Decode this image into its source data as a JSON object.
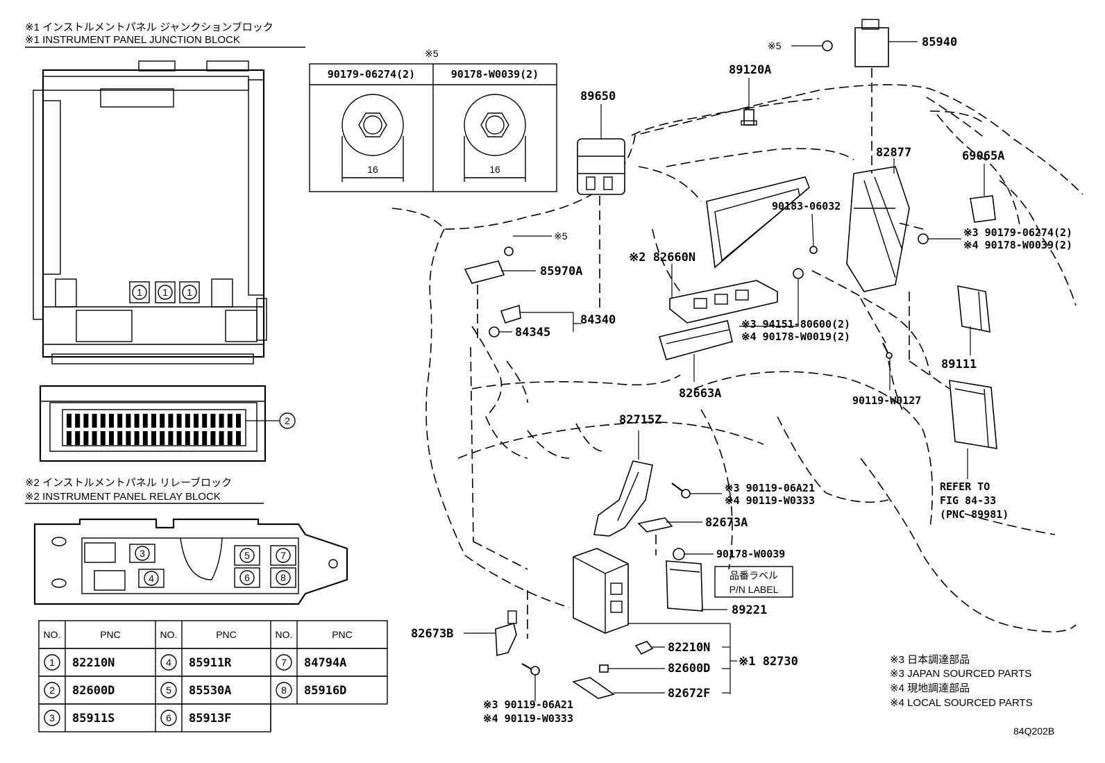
{
  "header": {
    "jb_title_jp": "※1 インストルメントパネル ジャンクションブロック",
    "jb_title_en": "※1 INSTRUMENT PANEL JUNCTION BLOCK",
    "rb_title_jp": "※2 インストルメントパネル リレーブロック",
    "rb_title_en": "※2 INSTRUMENT PANEL RELAY BLOCK"
  },
  "nut_table": {
    "note": "※5",
    "col1_header": "90179-06274(2)",
    "col2_header": "90178-W0039(2)",
    "dim1": "16",
    "dim2": "16"
  },
  "circle_numbers": [
    "1",
    "1",
    "1",
    "2",
    "3",
    "4",
    "5",
    "6",
    "7",
    "8"
  ],
  "pnc_table": {
    "no_label": "NO.",
    "pnc_label": "PNC",
    "rows": [
      {
        "no": "1",
        "pnc": "82210N"
      },
      {
        "no": "2",
        "pnc": "82600D"
      },
      {
        "no": "3",
        "pnc": "85911S"
      },
      {
        "no": "4",
        "pnc": "85911R"
      },
      {
        "no": "5",
        "pnc": "85530A"
      },
      {
        "no": "6",
        "pnc": "85913F"
      },
      {
        "no": "7",
        "pnc": "84794A"
      },
      {
        "no": "8",
        "pnc": "85916D"
      }
    ]
  },
  "parts": {
    "p85940": "85940",
    "note5_top": "※5",
    "p89120A": "89120A",
    "p89650": "89650",
    "p82877": "82877",
    "p69065A": "69065A",
    "p90183": "90183-06032",
    "ref_right_1": "※3 90179-06274(2)",
    "ref_right_2": "※4 90178-W0039(2)",
    "note5_mid": "※5",
    "p85970A": "85970A",
    "p82660N": "※2 82660N",
    "p84340": "84340",
    "p84345": "84345",
    "ref_mid_1": "※3 94151-80600(2)",
    "ref_mid_2": "※4 90178-W0019(2)",
    "p89111": "89111",
    "p82663A": "82663A",
    "p90119W0127": "90119-W0127",
    "p82715Z": "82715Z",
    "ref_low_1": "※3 90119-06A21",
    "ref_low_2": "※4 90119-W0333",
    "refer_1": "REFER TO",
    "refer_2": "FIG 84-33",
    "refer_3": "(PNC 89981)",
    "p82673A": "82673A",
    "p90178W0039": "90178-W0039",
    "label_jp": "品番ラベル",
    "label_en": "P/N LABEL",
    "p89221": "89221",
    "p82673B": "82673B",
    "p82210N": "82210N",
    "p82730": "※1 82730",
    "p82600D": "82600D",
    "p82672F": "82672F",
    "ref_bot_1": "※3 90119-06A21",
    "ref_bot_2": "※4 90119-W0333"
  },
  "legend": {
    "l1": "※3 日本調達部品",
    "l2": "※3 JAPAN SOURCED PARTS",
    "l3": "※4 現地調達部品",
    "l4": "※4 LOCAL SOURCED PARTS"
  },
  "figure_code": "84Q202B"
}
